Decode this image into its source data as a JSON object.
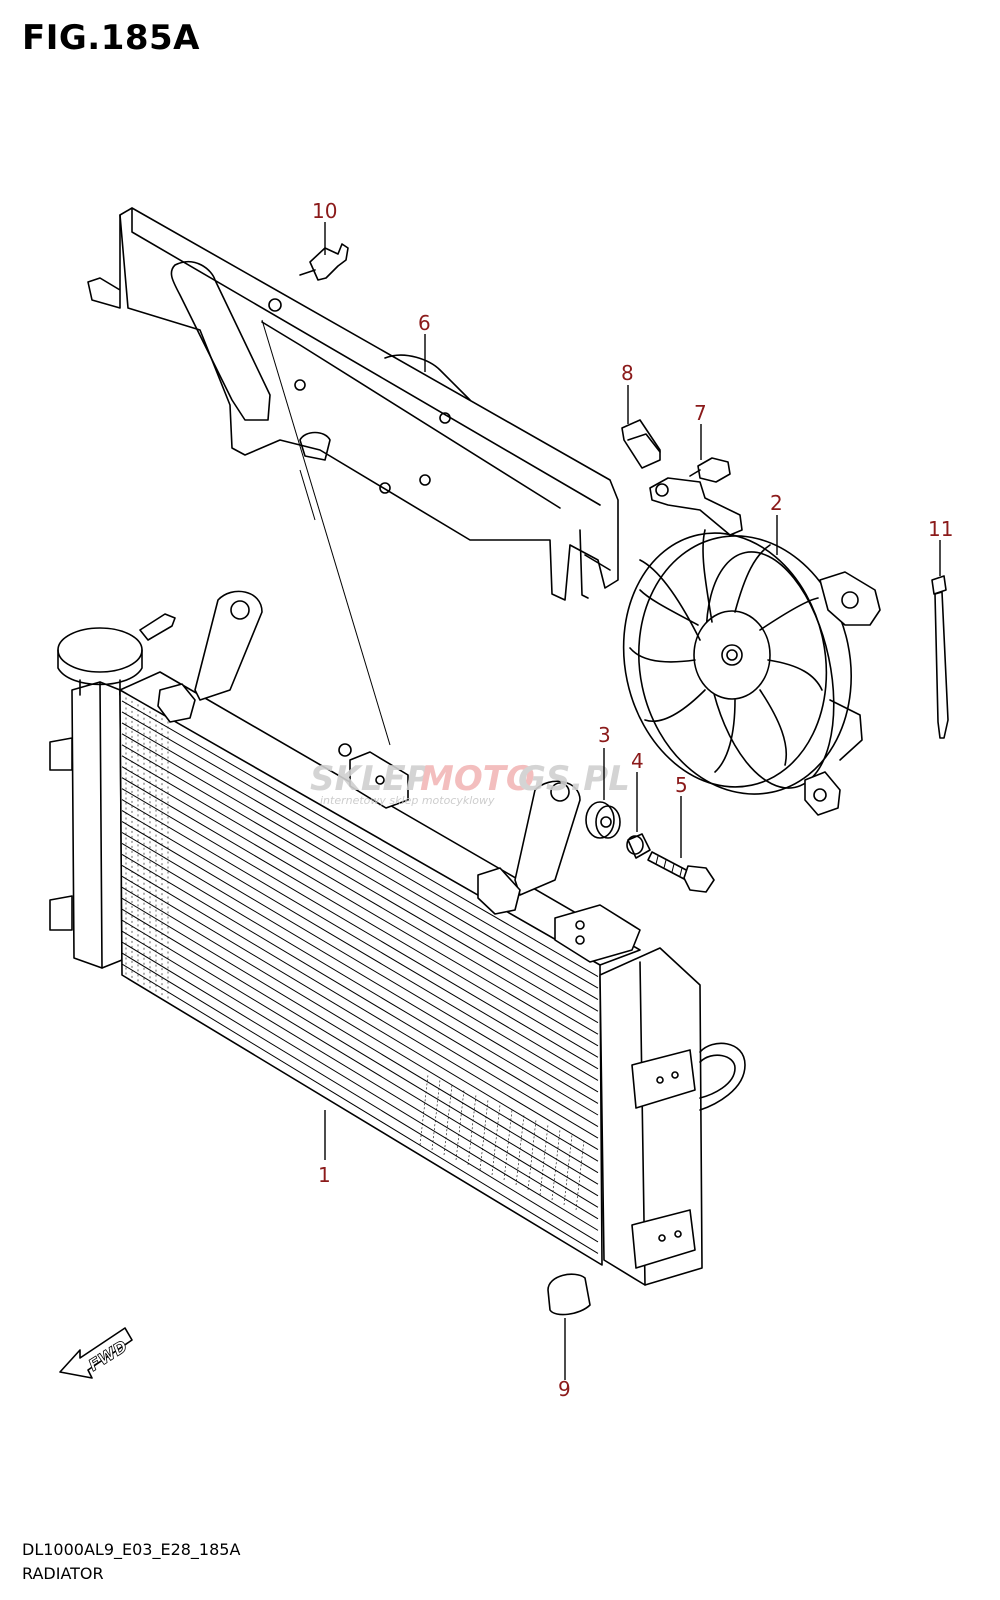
{
  "figure": {
    "title": "FIG.185A",
    "code": "DL1000AL9_E03_E28_185A",
    "name": "RADIATOR"
  },
  "watermark": {
    "brand_part1": "SKLEP",
    "brand_part2": "MOTO",
    "brand_part3": "GS.PL",
    "tagline": "internetowy sklep motocyklowy",
    "color_gray": "#d0d0d0",
    "color_red": "#f2b8b8"
  },
  "fwd_label": "FWD",
  "callout_color": "#8b1a1a",
  "callouts": [
    {
      "number": "1",
      "part": "radiator"
    },
    {
      "number": "2",
      "part": "cooling-fan"
    },
    {
      "number": "3",
      "part": "grommet"
    },
    {
      "number": "4",
      "part": "collar"
    },
    {
      "number": "5",
      "part": "bolt"
    },
    {
      "number": "6",
      "part": "radiator-cover"
    },
    {
      "number": "7",
      "part": "screw"
    },
    {
      "number": "8",
      "part": "nut-clip"
    },
    {
      "number": "9",
      "part": "cushion"
    },
    {
      "number": "10",
      "part": "clip"
    },
    {
      "number": "11",
      "part": "cable-tie"
    }
  ]
}
